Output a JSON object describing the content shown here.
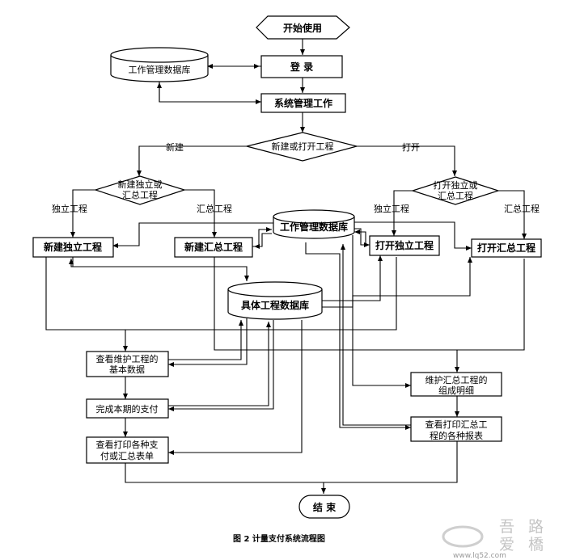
{
  "nodes": {
    "start": "开始使用",
    "db_work": "工作管理数据库",
    "login": "登  录",
    "sys_mgmt": "系统管理工作",
    "new_or_open": "新建或打开工程",
    "new_decision_1": "新建独立或",
    "new_decision_2": "汇总工程",
    "open_decision_1": "打开独立或",
    "open_decision_2": "汇总工程",
    "new_independent": "新建独立工程",
    "new_summary": "新建汇总工程",
    "db_work_2": "工作管理数据库",
    "open_independent": "打开独立工程",
    "open_summary": "打开汇总工程",
    "db_project": "具体工程数据库",
    "view_maint_1": "查看维护工程的",
    "view_maint_2": "基本数据",
    "complete_payment": "完成本期的支付",
    "print_1": "查看打印各种支",
    "print_2": "付或汇总表单",
    "maint_summary_1": "维护汇总工程的",
    "maint_summary_2": "组成明细",
    "print_summary_1": "查看打印汇总工",
    "print_summary_2": "程的各种报表",
    "end": "结  束"
  },
  "edge_labels": {
    "new": "新建",
    "open": "打开",
    "independent_left": "独立工程",
    "summary_left": "汇总工程",
    "independent_right": "独立工程",
    "summary_right": "汇总工程"
  },
  "caption": "图 2  计量支付系统流程图",
  "watermark": {
    "chars": [
      "吾",
      "路",
      "爱",
      "橋"
    ],
    "url": "www.lq52.com"
  }
}
